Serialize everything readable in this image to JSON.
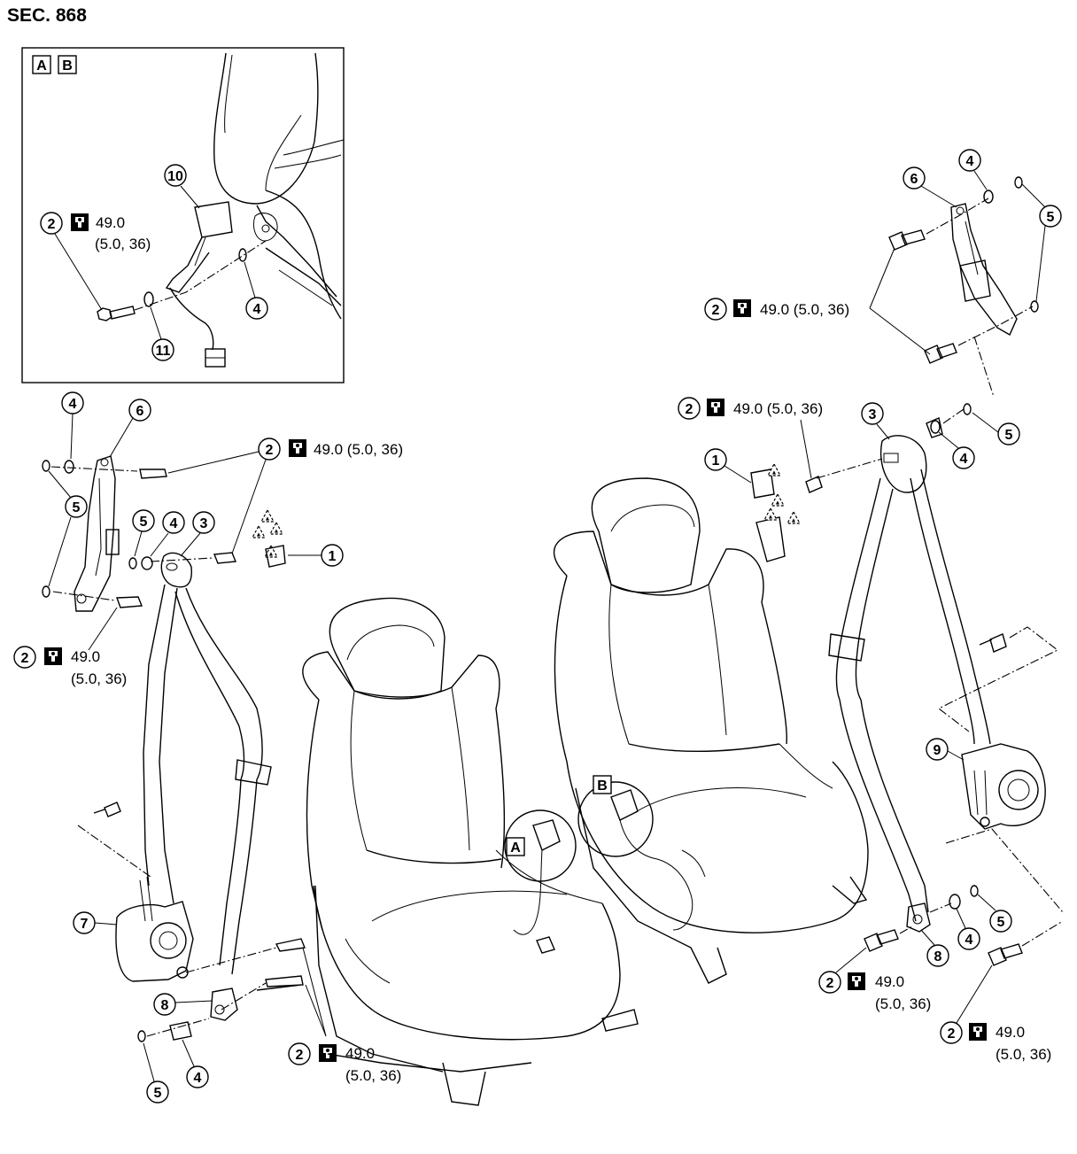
{
  "section": "SEC. 868",
  "inset_tags": [
    "A",
    "B"
  ],
  "torque": {
    "value": "49.0",
    "units": "(5.0, 36)",
    "full": "49.0 (5.0, 36)"
  },
  "view_tags": {
    "a": "A",
    "b": "B"
  },
  "parts": [
    "1",
    "2",
    "3",
    "4",
    "5",
    "6",
    "7",
    "8",
    "9",
    "10",
    "11"
  ],
  "icons": {
    "torque": "torque-wrench-icon",
    "adhesive": "adhesive-triangle-icon"
  },
  "colors": {
    "line": "#000000",
    "background": "#ffffff"
  }
}
